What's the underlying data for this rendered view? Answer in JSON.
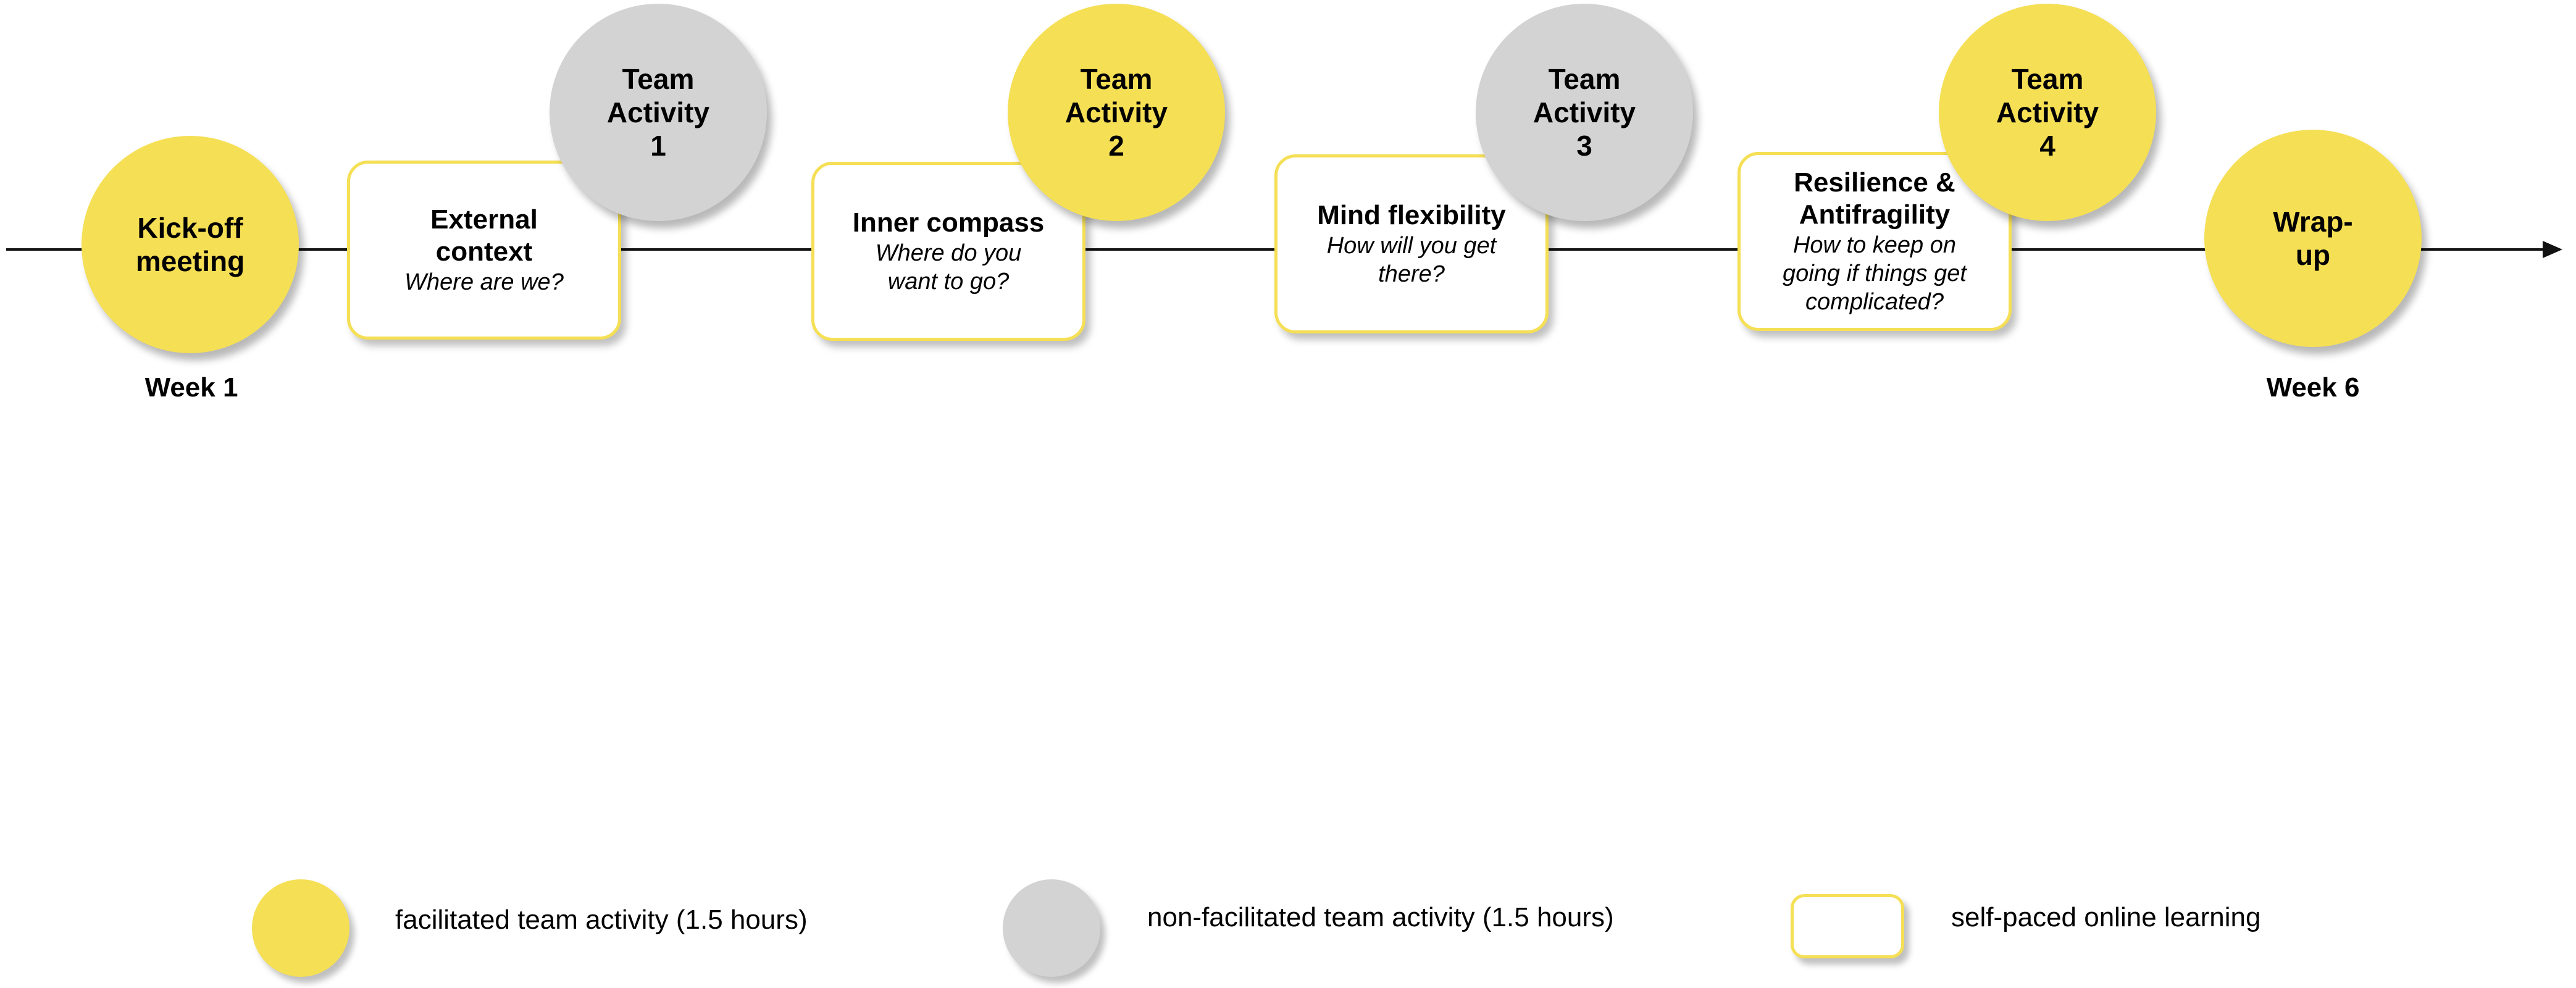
{
  "milestones": {
    "kickoff": {
      "line1": "Kick-off",
      "line2": "meeting"
    },
    "wrapup": {
      "line1": "Wrap-",
      "line2": "up"
    }
  },
  "week_labels": {
    "start": "Week 1",
    "end": "Week 6"
  },
  "modules": [
    {
      "title": "External",
      "title2": "context",
      "subtitle": "Where are we?"
    },
    {
      "title": "Inner compass",
      "subtitle": "Where do you",
      "subtitle2": "want to go?"
    },
    {
      "title": "Mind flexibility",
      "subtitle": "How will you get",
      "subtitle2": "there?"
    },
    {
      "title": "Resilience &",
      "title2": "Antifragility",
      "subtitle": "How to keep on",
      "subtitle2": "going if things get",
      "subtitle3": "complicated?"
    }
  ],
  "team_activities": [
    {
      "line1": "Team",
      "line2": "Activity",
      "number": "1",
      "kind": "non-facilitated"
    },
    {
      "line1": "Team",
      "line2": "Activity",
      "number": "2",
      "kind": "facilitated"
    },
    {
      "line1": "Team",
      "line2": "Activity",
      "number": "3",
      "kind": "non-facilitated"
    },
    {
      "line1": "Team",
      "line2": "Activity",
      "number": "4",
      "kind": "facilitated"
    }
  ],
  "legend": [
    {
      "label": "facilitated team activity (1.5 hours)"
    },
    {
      "label": "non-facilitated team activity (1.5 hours)"
    },
    {
      "label": "self-paced online learning"
    }
  ],
  "colors": {
    "facilitated": "#f5df55",
    "non_facilitated": "#d3d3d3",
    "module_border": "#f5df55",
    "timeline": "#111111"
  }
}
